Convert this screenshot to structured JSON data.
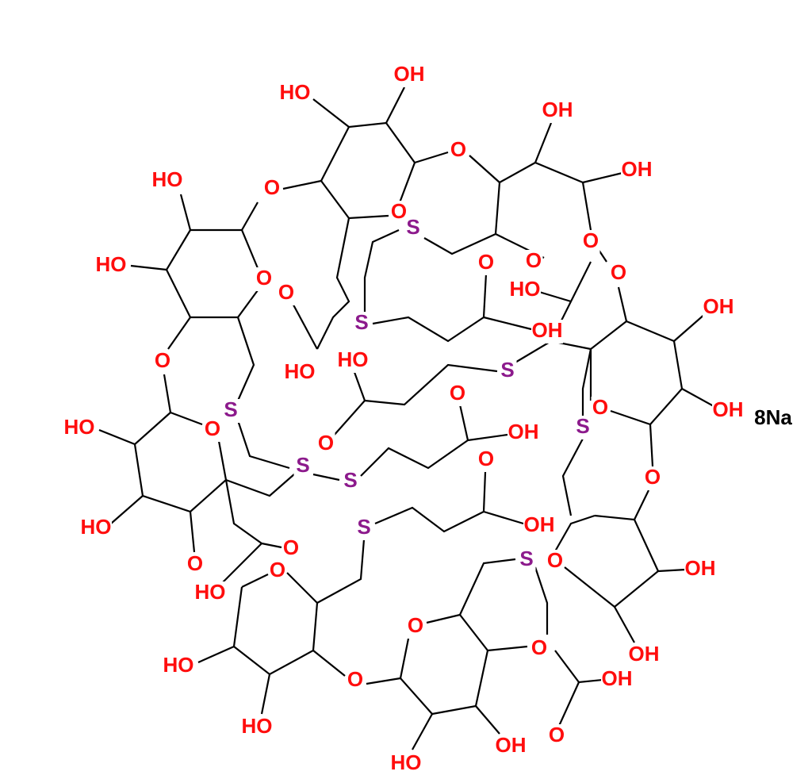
{
  "colors": {
    "oxygen": "#ff0d0d",
    "sulfur": "#8c1a8c",
    "sodium": "#000000",
    "bond": "#000000"
  },
  "atoms": [
    {
      "label": "OH",
      "el": "O"
    },
    {
      "label": "HO",
      "el": "O"
    },
    {
      "label": "OH",
      "el": "O"
    },
    {
      "label": "O",
      "el": "O"
    },
    {
      "label": "OH",
      "el": "O"
    },
    {
      "label": "HO",
      "el": "O"
    },
    {
      "label": "O",
      "el": "O"
    },
    {
      "label": "O",
      "el": "O"
    },
    {
      "label": "S",
      "el": "S"
    },
    {
      "label": "O",
      "el": "O"
    },
    {
      "label": "O",
      "el": "O"
    },
    {
      "label": "O",
      "el": "O"
    },
    {
      "label": "O",
      "el": "O"
    },
    {
      "label": "HO",
      "el": "O"
    },
    {
      "label": "O",
      "el": "O"
    },
    {
      "label": "O",
      "el": "O"
    },
    {
      "label": "HO",
      "el": "O"
    },
    {
      "label": "OH",
      "el": "O"
    },
    {
      "label": "S",
      "el": "S"
    },
    {
      "label": "OH",
      "el": "O"
    },
    {
      "label": "O",
      "el": "O"
    },
    {
      "label": "HO",
      "el": "O"
    },
    {
      "label": "HO",
      "el": "O"
    },
    {
      "label": "S",
      "el": "S"
    },
    {
      "label": "O",
      "el": "O"
    },
    {
      "label": "O",
      "el": "O"
    },
    {
      "label": "OH",
      "el": "O"
    },
    {
      "label": "8Na",
      "el": "Na"
    },
    {
      "label": "HO",
      "el": "O"
    },
    {
      "label": "O",
      "el": "O"
    },
    {
      "label": "S",
      "el": "S"
    },
    {
      "label": "S",
      "el": "S"
    },
    {
      "label": "O",
      "el": "O"
    },
    {
      "label": "OH",
      "el": "O"
    },
    {
      "label": "S",
      "el": "S"
    },
    {
      "label": "S",
      "el": "S"
    },
    {
      "label": "O",
      "el": "O"
    },
    {
      "label": "O",
      "el": "O"
    },
    {
      "label": "HO",
      "el": "O"
    },
    {
      "label": "S",
      "el": "S"
    },
    {
      "label": "OH",
      "el": "O"
    },
    {
      "label": "O",
      "el": "O"
    },
    {
      "label": "O",
      "el": "O"
    },
    {
      "label": "S",
      "el": "S"
    },
    {
      "label": "O",
      "el": "O"
    },
    {
      "label": "HO",
      "el": "O"
    },
    {
      "label": "O",
      "el": "O"
    },
    {
      "label": "OH",
      "el": "O"
    },
    {
      "label": "O",
      "el": "O"
    },
    {
      "label": "HO",
      "el": "O"
    },
    {
      "label": "O",
      "el": "O"
    },
    {
      "label": "O",
      "el": "O"
    },
    {
      "label": "OH",
      "el": "O"
    },
    {
      "label": "OH",
      "el": "O"
    },
    {
      "label": "HO",
      "el": "O"
    },
    {
      "label": "O",
      "el": "O"
    },
    {
      "label": "OH",
      "el": "O"
    },
    {
      "label": "HO",
      "el": "O"
    }
  ]
}
